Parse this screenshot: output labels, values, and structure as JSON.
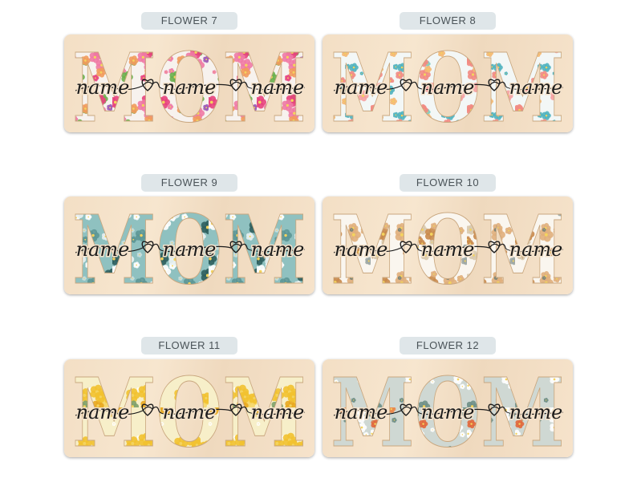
{
  "cards": [
    {
      "label": "FLOWER 7",
      "letters": "MOM",
      "names": [
        "name",
        "name",
        "name"
      ],
      "bg": "#f7f2ee",
      "blooms": [
        "#e8437d",
        "#f07aa6",
        "#9b59b6",
        "#f29c5c",
        "#6ab04c"
      ]
    },
    {
      "label": "FLOWER 8",
      "letters": "MOM",
      "names": [
        "name",
        "name",
        "name"
      ],
      "bg": "#f3f7f6",
      "blooms": [
        "#f28b82",
        "#f7a1a1",
        "#4fb3bf",
        "#7fcac3",
        "#f5b971"
      ]
    },
    {
      "label": "FLOWER 9",
      "letters": "MOM",
      "names": [
        "name",
        "name",
        "name"
      ],
      "bg": "#8fc1c0",
      "blooms": [
        "#ffffff",
        "#e9f1f1",
        "#5c9695",
        "#2f5f5e",
        "#c7dede"
      ]
    },
    {
      "label": "FLOWER 10",
      "letters": "MOM",
      "names": [
        "name",
        "name",
        "name"
      ],
      "bg": "#faf6ef",
      "blooms": [
        "#c98a4b",
        "#e0b07c",
        "#9aa6a3",
        "#6f7f7b",
        "#d9c9ad"
      ]
    },
    {
      "label": "FLOWER 11",
      "letters": "MOM",
      "names": [
        "name",
        "name",
        "name"
      ],
      "bg": "#f7efc9",
      "blooms": [
        "#f2c230",
        "#e9a91f",
        "#f7d86a",
        "#7fa16b",
        "#ffffff"
      ]
    },
    {
      "label": "FLOWER 12",
      "letters": "MOM",
      "names": [
        "name",
        "name",
        "name"
      ],
      "bg": "#cfd8d3",
      "blooms": [
        "#e3673a",
        "#f08a4b",
        "#c94c2a",
        "#6f8f86",
        "#ffffff"
      ]
    }
  ]
}
